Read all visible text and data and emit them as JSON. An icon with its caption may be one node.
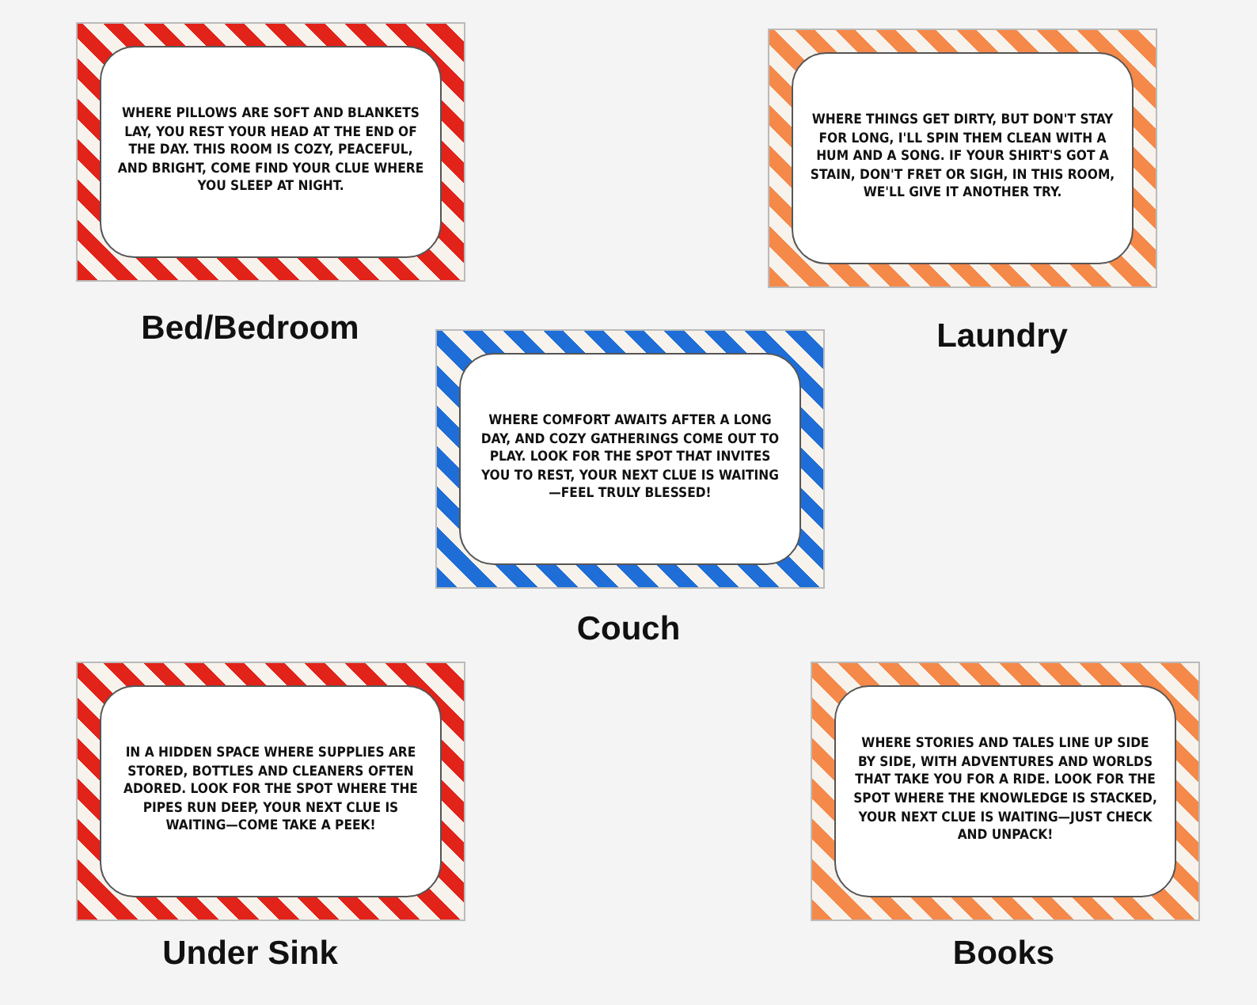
{
  "diagram": {
    "nodes": [
      {
        "text": [
          "WHERE PILLOWS ARE SOFT AND BLANKETS LAY, YOU REST YOUR HEAD AT THE END OF THE DAY. THIS ROOM IS COZY, PEACEFUL, AND BRIGHT, COME FIND YOUR CLUE WHERE YOU SLEEP AT NIGHT."
        ],
        "beside": [
          "Bed/Bedroom"
        ]
      },
      {
        "text": [
          "WHERE THINGS GET DIRTY, BUT DON'T STAY FOR LONG, I'LL SPIN THEM CLEAN WITH A HUM AND A SONG. IF YOUR SHIRT'S GOT A STAIN, DON'T FRET OR SIGH, IN THIS ROOM, WE'LL GIVE IT ANOTHER TRY."
        ],
        "beside": [
          "Laundry"
        ]
      },
      {
        "text": [
          "WHERE COMFORT AWAITS AFTER A LONG DAY, AND COZY GATHERINGS COME OUT TO PLAY. LOOK FOR THE SPOT THAT INVITES YOU TO REST, YOUR NEXT CLUE IS WAITING—FEEL TRULY BLESSED!"
        ],
        "beside": [
          "Couch"
        ]
      },
      {
        "text": [
          "IN A HIDDEN SPACE WHERE SUPPLIES ARE STORED, BOTTLES AND CLEANERS OFTEN ADORED. LOOK FOR THE SPOT WHERE THE PIPES RUN DEEP, YOUR NEXT CLUE IS WAITING—COME TAKE A PEEK!"
        ],
        "beside": [
          "Under Sink"
        ]
      },
      {
        "text": [
          "WHERE STORIES AND TALES LINE UP SIDE BY SIDE, WITH ADVENTURES AND WORLDS THAT TAKE YOU FOR A RIDE. LOOK FOR THE SPOT WHERE THE KNOWLEDGE IS STACKED, YOUR NEXT CLUE IS WAITING—JUST CHECK AND UNPACK!"
        ],
        "beside": [
          "Books"
        ]
      }
    ]
  }
}
